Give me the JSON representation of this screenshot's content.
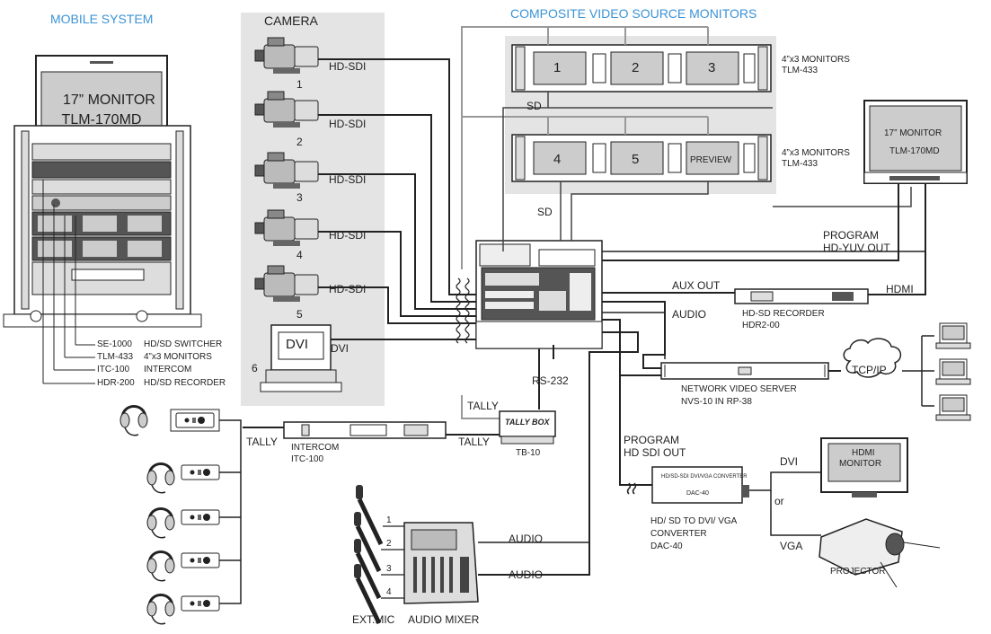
{
  "headings": {
    "mobile_system": "MOBILE SYSTEM",
    "camera": "CAMERA",
    "composite_monitors": "COMPOSITE VIDEO SOURCE MONITORS"
  },
  "rack": {
    "monitor_size": "17” MONITOR",
    "monitor_model": "TLM-170MD",
    "legend": [
      {
        "model": "SE-1000",
        "desc": "HD/SD SWITCHER"
      },
      {
        "model": "TLM-433",
        "desc": "4”x3 MONITORS"
      },
      {
        "model": "ITC-100",
        "desc": "INTERCOM"
      },
      {
        "model": "HDR-200",
        "desc": "HD/SD RECORDER"
      }
    ]
  },
  "cameras": [
    {
      "number": "1",
      "signal": "HD-SDI"
    },
    {
      "number": "2",
      "signal": "HD-SDI"
    },
    {
      "number": "3",
      "signal": "HD-SDI"
    },
    {
      "number": "4",
      "signal": "HD-SDI"
    },
    {
      "number": "5",
      "signal": "HD-SDI"
    }
  ],
  "dvi_source": {
    "number": "6",
    "screen": "DVI",
    "signal": "DVI"
  },
  "monitor_racks": [
    {
      "screens": [
        "1",
        "2",
        "3"
      ],
      "label": "4”x3 MONITORS",
      "model": "TLM-433",
      "sd": "SD"
    },
    {
      "screens": [
        "4",
        "5",
        "PREVIEW"
      ],
      "label": "4”x3 MONITORS",
      "model": "TLM-433",
      "sd": "SD"
    }
  ],
  "program_monitor": {
    "size": "17” MONITOR",
    "model": "TLM-170MD"
  },
  "labels": {
    "program_hd_yuv": [
      "PROGRAM",
      "HD-YUV OUT"
    ],
    "aux_out": "AUX OUT",
    "audio_out": "AUDIO",
    "hdmi": "HDMI",
    "rs232": "RS-232",
    "tally": "TALLY",
    "program_hd_sdi": [
      "PROGRAM",
      "HD SDI OUT"
    ],
    "dvi": "DVI",
    "or": "or",
    "vga": "VGA",
    "audio": "AUDIO",
    "tcpip": "TCP/IP"
  },
  "recorder": {
    "name": "HD-SD RECORDER",
    "model": "HDR2-00"
  },
  "network_server": {
    "name": "NETWORK VIDEO SERVER",
    "model": "NVS-10 IN RP-38"
  },
  "tally_box": {
    "face": "TALLY BOX",
    "model": "TB-10"
  },
  "intercom": {
    "name": "INTERCOM",
    "model": "ITC-100"
  },
  "converter": {
    "face": "HD/SD-SDI  DVI/VGA  CONVERTER",
    "face_model": "DAC-40",
    "desc": [
      "HD/ SD TO DVI/ VGA",
      "CONVERTER",
      "DAC-40"
    ]
  },
  "hdmi_monitor": [
    "HDMI",
    "MONITOR"
  ],
  "projector": "PROJECTOR",
  "mics": [
    "1",
    "2",
    "3",
    "4"
  ],
  "ext_mic": "EXT.MIC",
  "audio_mixer": "AUDIO MIXER"
}
